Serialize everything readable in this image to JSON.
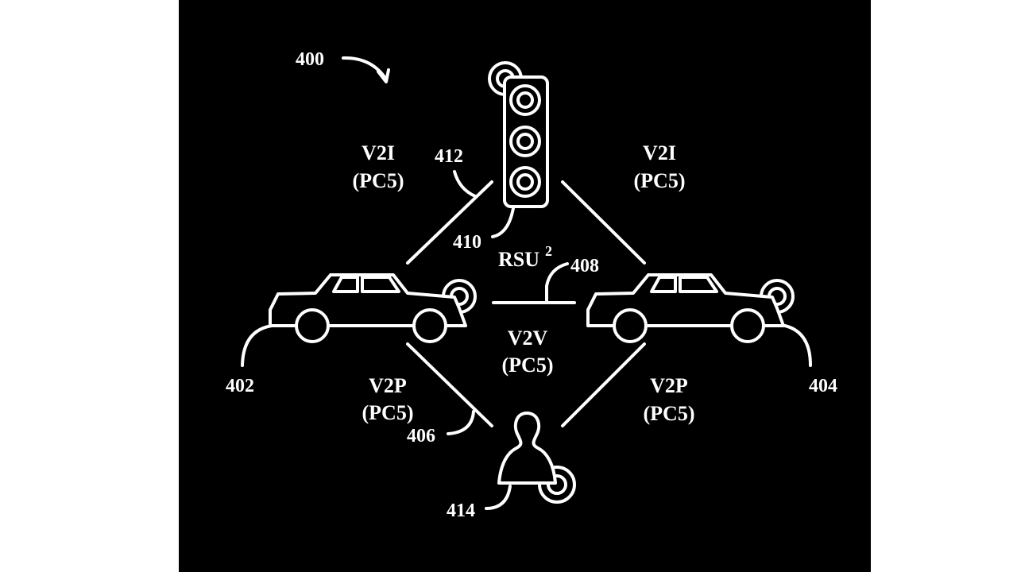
{
  "figure": {
    "ref_figure": "400",
    "ref_vehicle_left": "402",
    "ref_vehicle_right": "404",
    "ref_v2p_link": "406",
    "ref_v2v_link": "408",
    "ref_rsu": "410",
    "ref_v2i_link": "412",
    "ref_pedestrian": "414",
    "rsu_label": "RSU",
    "rsu_superscript": "2",
    "v2i_left": {
      "line1": "V2I",
      "line2": "(PC5)"
    },
    "v2i_right": {
      "line1": "V2I",
      "line2": "(PC5)"
    },
    "v2v": {
      "line1": "V2V",
      "line2": "(PC5)"
    },
    "v2p_left": {
      "line1": "V2P",
      "line2": "(PC5)"
    },
    "v2p_right": {
      "line1": "V2P",
      "line2": "(PC5)"
    }
  },
  "colors": {
    "background": "#000000",
    "stroke": "#ffffff",
    "page": "#ffffff"
  }
}
